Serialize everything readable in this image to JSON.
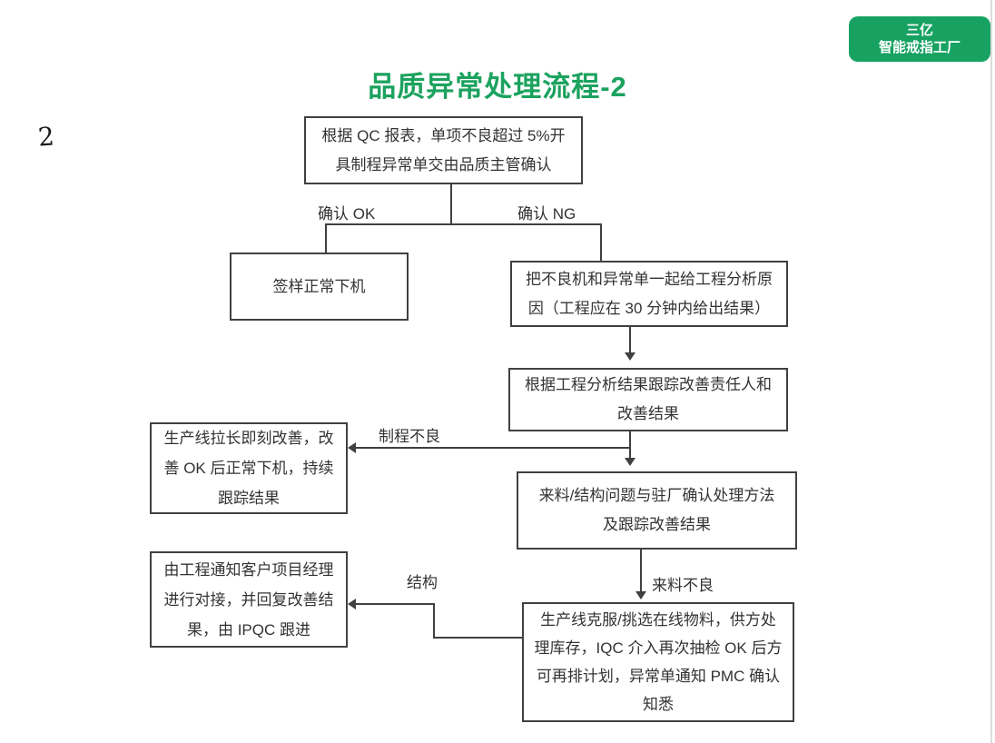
{
  "page": {
    "page_number": "2",
    "title": "品质异常处理流程-2",
    "badge": {
      "line1": "三亿",
      "line2": "智能戒指工厂"
    }
  },
  "colors": {
    "title_green": "#1ba25e",
    "badge_green": "#17a262",
    "line_color": "#404040"
  },
  "flowchart": {
    "nodes": {
      "qc_report": {
        "lines": [
          "根据 QC 报表，单项不良超过 5%开",
          "具制程异常单交由品质主管确认"
        ]
      },
      "sign_off": {
        "lines": [
          "签样正常下机"
        ]
      },
      "eng_analysis": {
        "lines": [
          "把不良机和异常单一起给工程分析原",
          "因（工程应在 30 分钟内给出结果）"
        ]
      },
      "track_improve": {
        "lines": [
          "根据工程分析结果跟踪改善责任人和",
          "改善结果"
        ]
      },
      "line_leader": {
        "lines": [
          "生产线拉长即刻改善，改",
          "善 OK 后正常下机，持续",
          "跟踪结果"
        ]
      },
      "incoming_structure": {
        "lines": [
          "来料/结构问题与驻厂确认处理方法",
          "及跟踪改善结果"
        ]
      },
      "notify_customer": {
        "lines": [
          "由工程通知客户项目经理",
          "进行对接，并回复改善结",
          "果，由 IPQC 跟进"
        ]
      },
      "production_overcome": {
        "lines": [
          "生产线克服/挑选在线物料，供方处",
          "理库存，IQC 介入再次抽检 OK 后方",
          "可再排计划，异常单通知 PMC 确认",
          "知悉"
        ]
      }
    },
    "branch_labels": {
      "confirm_ok": "确认 OK",
      "confirm_ng": "确认 NG",
      "process_defect": "制程不良",
      "incoming_defect": "来料不良",
      "structure": "结构"
    }
  }
}
